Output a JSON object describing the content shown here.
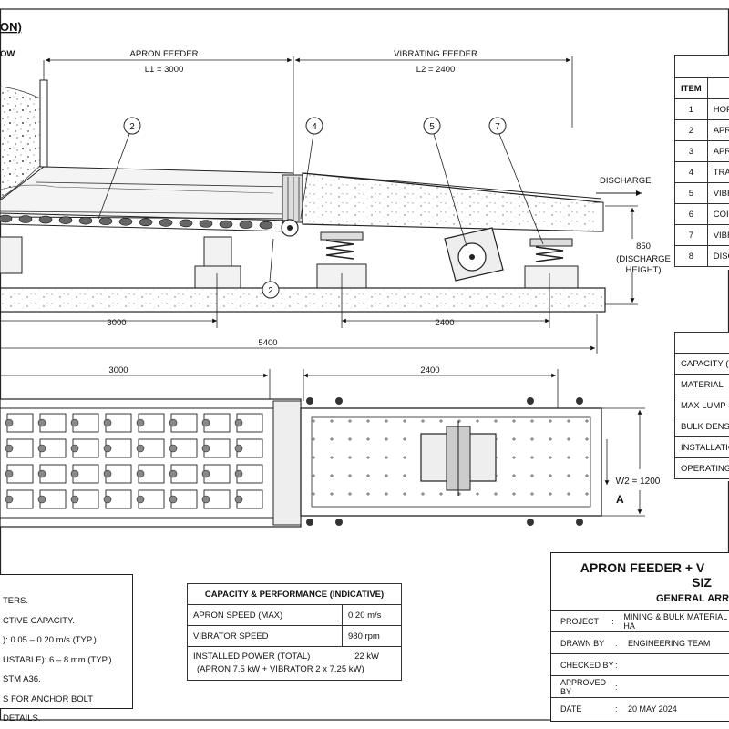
{
  "drawing": {
    "view_title": "ON)",
    "view_left_label": "OW",
    "apron": {
      "name": "APRON FEEDER",
      "length": "L1 = 3000",
      "dim": "3000"
    },
    "vibrating": {
      "name": "VIBRATING FEEDER",
      "length": "L2 = 2400",
      "dim": "2400"
    },
    "total_dim": "5400",
    "discharge": "DISCHARGE",
    "discharge_height": [
      "850",
      "(DISCHARGE",
      "HEIGHT)"
    ],
    "plan_apron_dim": "3000",
    "plan_vibrating_dim": "2400",
    "width_dim": "W2 = 1200",
    "section_mark": "A",
    "balloons": [
      "2",
      "4",
      "5",
      "7",
      "2"
    ]
  },
  "items_table": {
    "header": "ITEM",
    "rows": [
      {
        "no": "1",
        "desc": "HOPPI"
      },
      {
        "no": "2",
        "desc": "APRO"
      },
      {
        "no": "3",
        "desc": "APRO"
      },
      {
        "no": "4",
        "desc": "TRAN"
      },
      {
        "no": "5",
        "desc": "VIBRA"
      },
      {
        "no": "6",
        "desc": "COIL"
      },
      {
        "no": "7",
        "desc": "VIBRA"
      },
      {
        "no": "8",
        "desc": "DISCH"
      }
    ]
  },
  "design_table": {
    "rows": [
      "CAPACITY (T",
      "MATERIAL",
      "MAX LUMP S",
      "BULK DENS",
      "INSTALLATIO",
      "OPERATING"
    ]
  },
  "notes": {
    "lines": [
      "TERS.",
      "CTIVE CAPACITY.",
      "): 0.05 – 0.20 m/s (TYP.)",
      "USTABLE): 6 – 8 mm (TYP.)",
      "STM A36.",
      "S FOR ANCHOR BOLT DETAILS."
    ]
  },
  "performance": {
    "title": "CAPACITY & PERFORMANCE (INDICATIVE)",
    "rows": [
      {
        "label": "APRON SPEED (MAX)",
        "value": "0.20 m/s"
      },
      {
        "label": "VIBRATOR SPEED",
        "value": "980 rpm"
      }
    ],
    "power_label": "INSTALLED POWER (TOTAL)",
    "power_value": "22 kW",
    "power_note": "(APRON 7.5 kW + VIBRATOR 2 x 7.25 kW)"
  },
  "title_block": {
    "title_line1": "APRON FEEDER + V",
    "title_line2": "SIZ",
    "subtitle": "GENERAL ARR",
    "rows": [
      {
        "key": "PROJECT",
        "value": "MINING & BULK MATERIAL HA"
      },
      {
        "key": "DRAWN BY",
        "value": "ENGINEERING TEAM"
      },
      {
        "key": "CHECKED BY",
        "value": ""
      },
      {
        "key": "APPROVED BY",
        "value": ""
      },
      {
        "key": "DATE",
        "value": "20 MAY 2024"
      }
    ]
  }
}
